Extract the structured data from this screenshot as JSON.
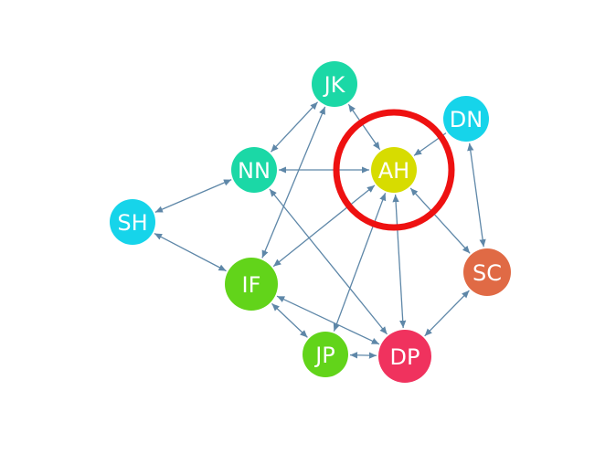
{
  "diagram": {
    "type": "directed-network",
    "nodes": [
      {
        "id": "JK",
        "label": "JK",
        "color": "#1BD8A6"
      },
      {
        "id": "DN",
        "label": "DN",
        "color": "#16D4EA"
      },
      {
        "id": "NN",
        "label": "NN",
        "color": "#1BD8A6"
      },
      {
        "id": "AH",
        "label": "AH",
        "color": "#D7DC00",
        "highlighted": true
      },
      {
        "id": "SH",
        "label": "SH",
        "color": "#16D4EA"
      },
      {
        "id": "SC",
        "label": "SC",
        "color": "#E06A45"
      },
      {
        "id": "IF",
        "label": "IF",
        "color": "#62D41A"
      },
      {
        "id": "JP",
        "label": "JP",
        "color": "#62D41A"
      },
      {
        "id": "DP",
        "label": "DP",
        "color": "#F0325E"
      }
    ],
    "edges": [
      {
        "from": "JK",
        "to": "NN",
        "bidirectional": true
      },
      {
        "from": "JK",
        "to": "AH",
        "bidirectional": true
      },
      {
        "from": "JK",
        "to": "IF",
        "bidirectional": true
      },
      {
        "from": "NN",
        "to": "AH",
        "bidirectional": true
      },
      {
        "from": "NN",
        "to": "SH",
        "bidirectional": true
      },
      {
        "from": "NN",
        "to": "DP",
        "bidirectional": true
      },
      {
        "from": "DN",
        "to": "AH",
        "bidirectional": false
      },
      {
        "from": "DN",
        "to": "SC",
        "bidirectional": true
      },
      {
        "from": "SH",
        "to": "IF",
        "bidirectional": true
      },
      {
        "from": "AH",
        "to": "IF",
        "bidirectional": true
      },
      {
        "from": "AH",
        "to": "SC",
        "bidirectional": true
      },
      {
        "from": "AH",
        "to": "JP",
        "bidirectional": true
      },
      {
        "from": "AH",
        "to": "DP",
        "bidirectional": true
      },
      {
        "from": "IF",
        "to": "JP",
        "bidirectional": true
      },
      {
        "from": "IF",
        "to": "DP",
        "bidirectional": true
      },
      {
        "from": "JP",
        "to": "DP",
        "bidirectional": true
      },
      {
        "from": "SC",
        "to": "DP",
        "bidirectional": true
      }
    ],
    "edge_color": "#5E87A8",
    "highlight_color": "#EE1111"
  }
}
